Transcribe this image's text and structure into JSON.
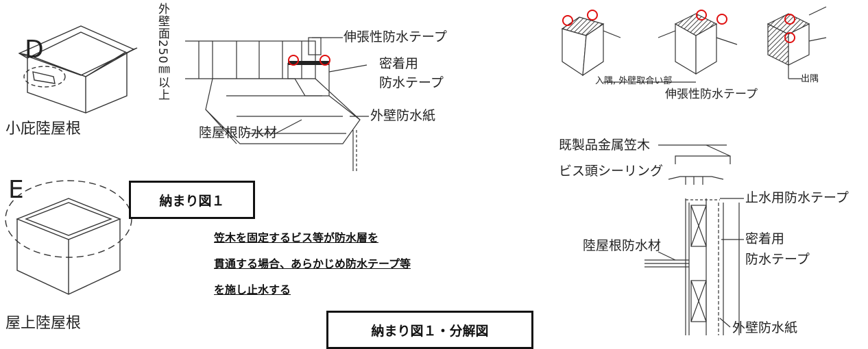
{
  "panel_d": {
    "letter": "D",
    "caption": "小庇陸屋根"
  },
  "panel_e": {
    "letter": "E",
    "caption": "屋上陸屋根"
  },
  "detail1": {
    "height_label": "外壁面250㎜以上",
    "elastic_tape": "伸張性防水テープ",
    "adhesive_tape_l1": "密着用",
    "adhesive_tape_l2": "防水テープ",
    "wall_paper": "外壁防水紙",
    "roof_material": "陸屋根防水材"
  },
  "corner_detail": {
    "inner_corner": "入隅, 外壁取合い部",
    "outer_corner": "出隅",
    "elastic_tape": "伸張性防水テープ"
  },
  "coping_detail": {
    "coping": "既製品金属笠木",
    "screw_sealing": "ビス頭シーリング",
    "stop_tape": "止水用防水テープ",
    "adhesive_tape_l1": "密着用",
    "adhesive_tape_l2": "防水テープ",
    "roof_material": "陸屋根防水材",
    "wall_paper": "外壁防水紙"
  },
  "box1": {
    "text": "納まり図１"
  },
  "box2": {
    "text": "納まり図１・分解図"
  },
  "note": {
    "line1": "笠木を固定するビス等が防水層を",
    "line2": "貫通する場合、あらかじめ防水テープ等",
    "line3": "を施し止水する"
  },
  "colors": {
    "marker": "#e01010",
    "line": "#333333",
    "hatch": "#555555"
  }
}
